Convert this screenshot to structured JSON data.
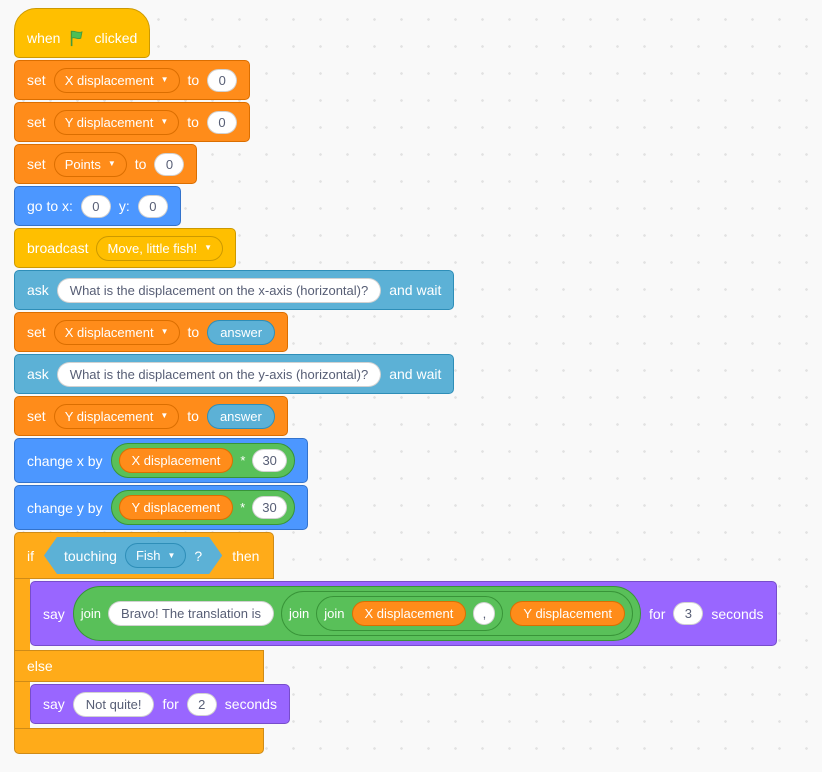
{
  "ui": {
    "dropdown_arrow": "▼"
  },
  "palette": {
    "motion": "#4C97FF",
    "looks": "#9966FF",
    "events": "#FFBF00",
    "control": "#FFAB19",
    "sensing": "#5CB1D6",
    "operators": "#59C059",
    "variables": "#FF8C1A",
    "flag_green": "#4CBF56",
    "workspace_bg": "#f9f9f9"
  },
  "hat": {
    "when": "when",
    "clicked": "clicked"
  },
  "setx0": {
    "set": "set",
    "var": "X displacement",
    "to": "to",
    "val": "0"
  },
  "sety0": {
    "set": "set",
    "var": "Y displacement",
    "to": "to",
    "val": "0"
  },
  "setpoints": {
    "set": "set",
    "var": "Points",
    "to": "to",
    "val": "0"
  },
  "goto": {
    "label_x": "go to x:",
    "x": "0",
    "label_y": "y:",
    "y": "0"
  },
  "broadcast": {
    "label": "broadcast",
    "message": "Move, little fish!"
  },
  "askx": {
    "ask": "ask",
    "question": "What is the displacement on the x-axis (horizontal)?",
    "wait": "and wait"
  },
  "setxans": {
    "set": "set",
    "var": "X displacement",
    "to": "to",
    "val": "answer"
  },
  "asky": {
    "ask": "ask",
    "question": "What is the displacement on the y-axis (horizontal)?",
    "wait": "and wait"
  },
  "setyans": {
    "set": "set",
    "var": "Y displacement",
    "to": "to",
    "val": "answer"
  },
  "changex": {
    "label": "change x by",
    "var": "X displacement",
    "op": "*",
    "val": "30"
  },
  "changey": {
    "label": "change y by",
    "var": "Y displacement",
    "op": "*",
    "val": "30"
  },
  "ifblock": {
    "if": "if",
    "touching": "touching",
    "target": "Fish",
    "qmark": "?",
    "then": "then",
    "else": "else"
  },
  "say_bravo": {
    "say": "say",
    "join": "join",
    "text": "Bravo! The translation is",
    "var_x": "X displacement",
    "comma": ",",
    "var_y": "Y displacement",
    "for": "for",
    "duration": "3",
    "seconds": "seconds"
  },
  "say_notquite": {
    "say": "say",
    "text": "Not quite!",
    "for": "for",
    "duration": "2",
    "seconds": "seconds"
  }
}
